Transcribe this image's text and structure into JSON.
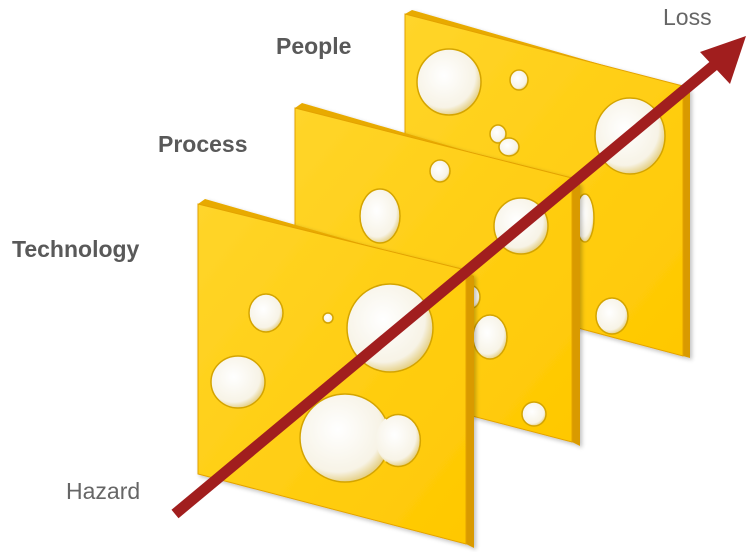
{
  "labels": {
    "people": "People",
    "process": "Process",
    "technology": "Technology",
    "hazard": "Hazard",
    "loss": "Loss"
  },
  "colors": {
    "cheese_face": "#FFD21A",
    "cheese_edge": "#E3A200",
    "cheese_side": "#D99A00",
    "hole_fill": "#FFFFFF",
    "hole_rim": "#D4A400",
    "arrow": "#A11E1E",
    "text": "#595959"
  },
  "icons": {
    "arrow": "arrow-right-up"
  }
}
